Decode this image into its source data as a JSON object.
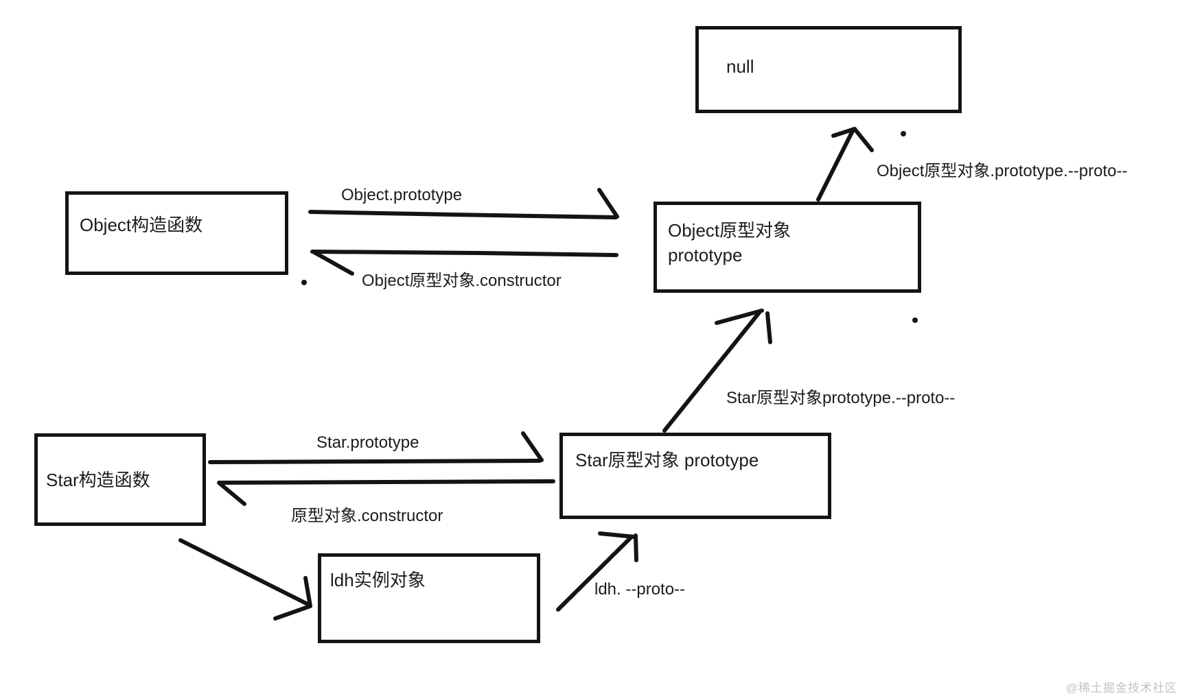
{
  "diagram": {
    "boxes": {
      "null_box": {
        "label": "null"
      },
      "object_constructor": {
        "label": "Object构造函数"
      },
      "object_prototype": {
        "line1": "Object原型对象",
        "line2": "prototype"
      },
      "star_constructor": {
        "label": "Star构造函数"
      },
      "star_prototype": {
        "label": "Star原型对象 prototype"
      },
      "ldh_instance": {
        "label": "ldh实例对象"
      }
    },
    "edge_labels": {
      "object_prototype": "Object.prototype",
      "object_constructor": "Object原型对象.constructor",
      "object_proto_chain": "Object原型对象.prototype.--proto--",
      "star_proto_chain": "Star原型对象prototype.--proto--",
      "star_prototype": "Star.prototype",
      "star_constructor": "原型对象.constructor",
      "ldh_proto": "ldh.  --proto--"
    },
    "watermark": "@稀土掘金技术社区",
    "colors": {
      "ink": "#141414",
      "watermark": "#c2c2c2",
      "background": "#ffffff"
    }
  }
}
